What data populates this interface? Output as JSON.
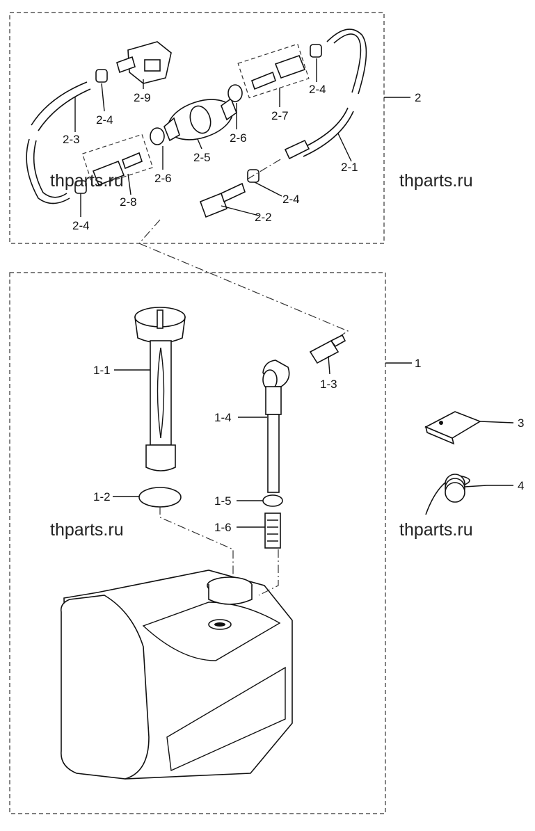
{
  "watermark": "thparts.ru",
  "labels": {
    "g2": "2",
    "p2_1": "2-1",
    "p2_2": "2-2",
    "p2_3": "2-3",
    "p2_4_a": "2-4",
    "p2_4_b": "2-4",
    "p2_4_c": "2-4",
    "p2_4_d": "2-4",
    "p2_5": "2-5",
    "p2_6_a": "2-6",
    "p2_6_b": "2-6",
    "p2_7": "2-7",
    "p2_8": "2-8",
    "p2_9": "2-9",
    "g1": "1",
    "p1_1": "1-1",
    "p1_2": "1-2",
    "p1_3": "1-3",
    "p1_4": "1-4",
    "p1_5": "1-5",
    "p1_6": "1-6",
    "p3": "3",
    "p4": "4"
  }
}
